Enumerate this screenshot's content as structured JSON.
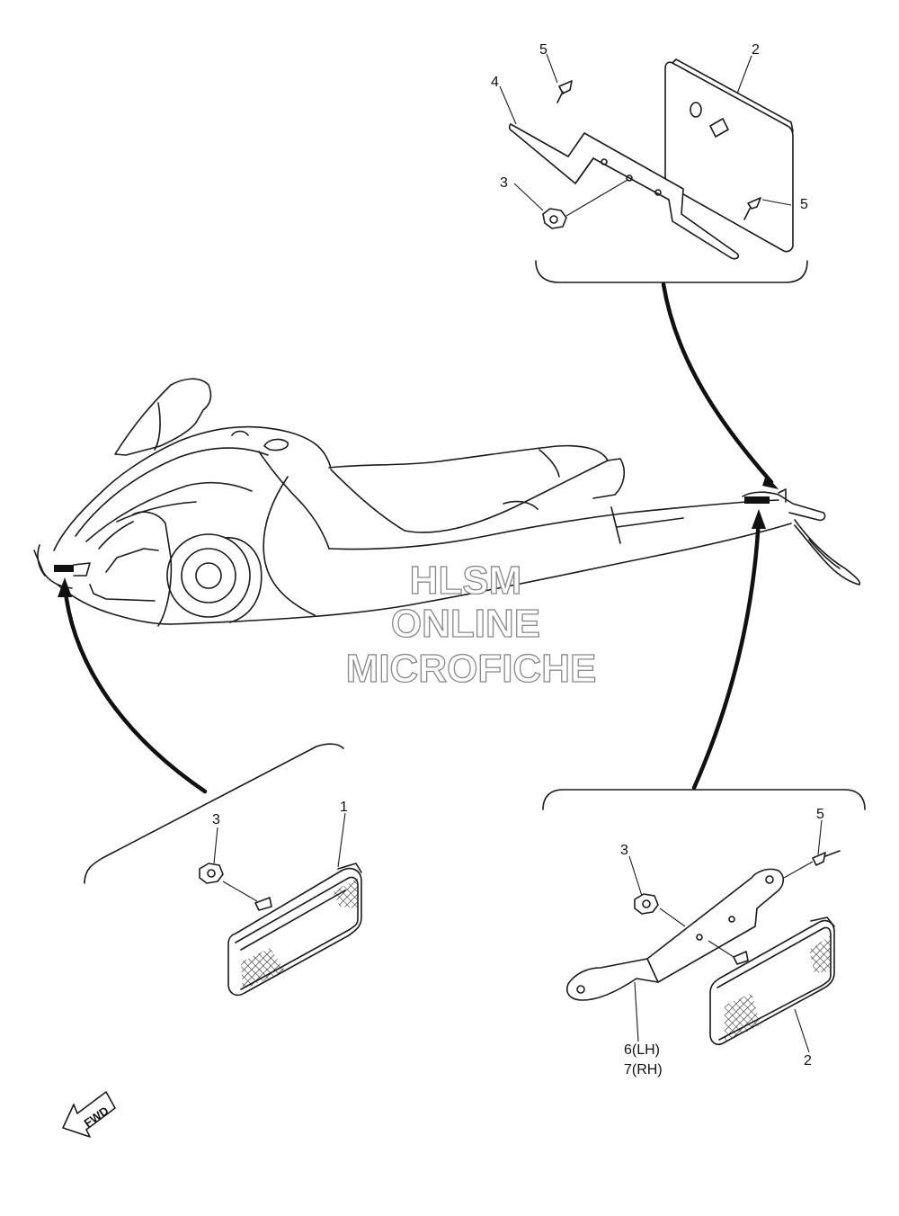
{
  "watermark": {
    "line1": "HLSM",
    "line2": "ONLINE",
    "line3": "MICROFICHE"
  },
  "direction_marker": "FWD",
  "callouts": {
    "top_inset": {
      "part_5a": "5",
      "part_2": "2",
      "part_4": "4",
      "part_3": "3",
      "part_5b": "5"
    },
    "front_inset": {
      "part_3": "3",
      "part_1": "1"
    },
    "rear_inset": {
      "part_3": "3",
      "part_5": "5",
      "part_6": "6(LH)",
      "part_7": "7(RH)",
      "part_2": "2"
    }
  }
}
